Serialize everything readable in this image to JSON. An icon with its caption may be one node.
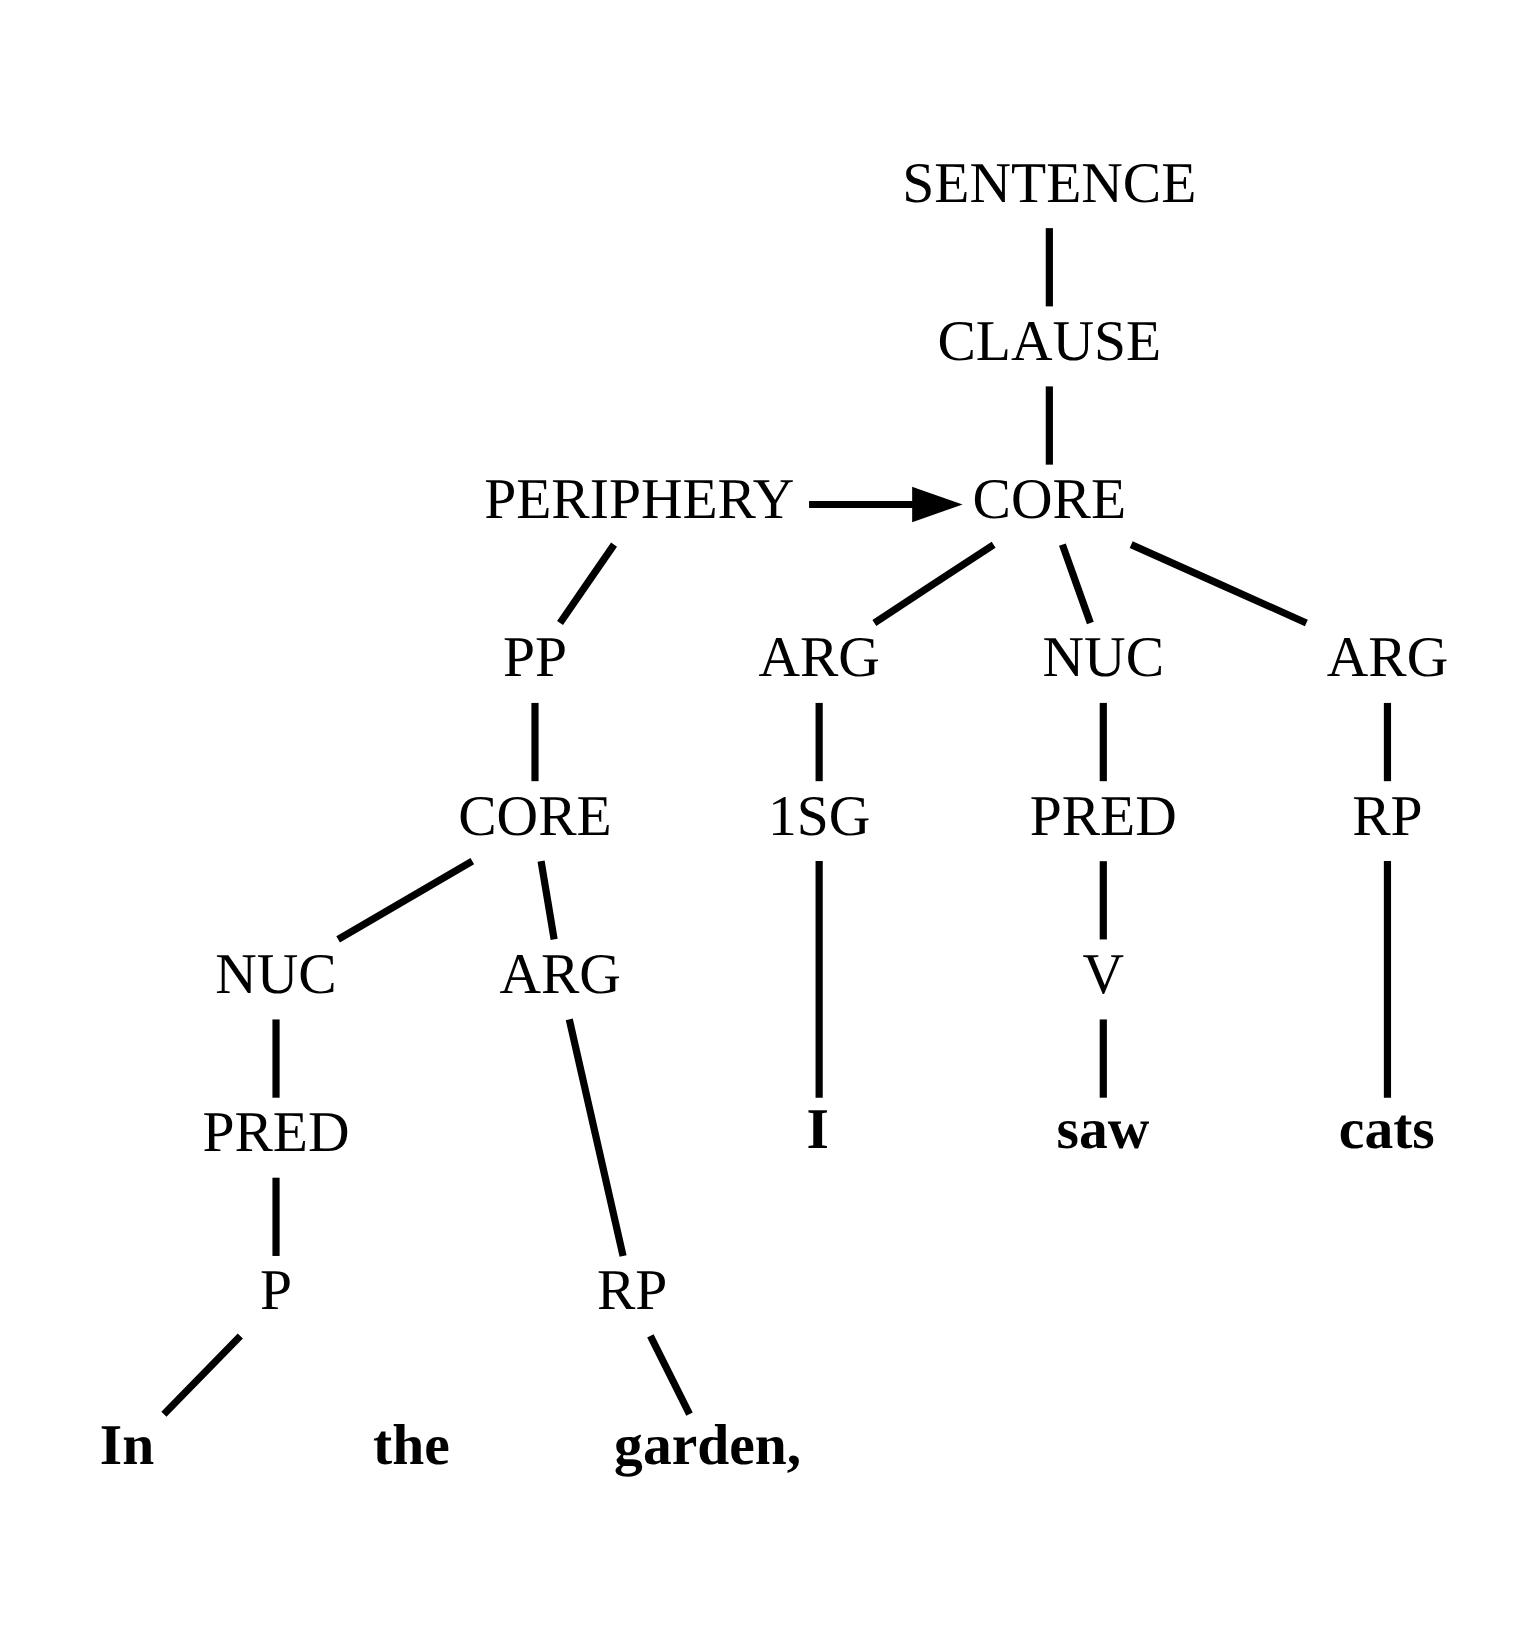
{
  "diagram": {
    "nodes": [
      {
        "text": [
          "SENTENCE"
        ]
      },
      {
        "text": [
          "CLAUSE"
        ]
      },
      {
        "text": [
          "PERIPHERY"
        ]
      },
      {
        "text": [
          "CORE"
        ]
      },
      {
        "text": [
          "PP"
        ]
      },
      {
        "text": [
          "ARG"
        ]
      },
      {
        "text": [
          "NUC"
        ]
      },
      {
        "text": [
          "ARG"
        ]
      },
      {
        "text": [
          "CORE"
        ]
      },
      {
        "text": [
          "1SG"
        ]
      },
      {
        "text": [
          "PRED"
        ]
      },
      {
        "text": [
          "RP"
        ]
      },
      {
        "text": [
          "NUC"
        ]
      },
      {
        "text": [
          "ARG"
        ]
      },
      {
        "text": [
          "V"
        ]
      },
      {
        "text": [
          "PRED"
        ]
      },
      {
        "text": [
          "I"
        ]
      },
      {
        "text": [
          "saw"
        ]
      },
      {
        "text": [
          "cats"
        ]
      },
      {
        "text": [
          "RP"
        ]
      },
      {
        "text": [
          "P"
        ]
      },
      {
        "text": [
          "In"
        ]
      },
      {
        "text": [
          "garden,"
        ]
      }
    ],
    "edges": [
      {
        "from": 0,
        "to": 1,
        "arrow": "none"
      },
      {
        "from": 1,
        "to": 3,
        "arrow": "none"
      },
      {
        "from": 2,
        "to": 3,
        "arrow": "to"
      },
      {
        "from": 2,
        "to": 4,
        "arrow": "none"
      },
      {
        "from": 3,
        "to": 5,
        "arrow": "none"
      },
      {
        "from": 3,
        "to": 6,
        "arrow": "none"
      },
      {
        "from": 3,
        "to": 7,
        "arrow": "none"
      },
      {
        "from": 4,
        "to": 8,
        "arrow": "none"
      },
      {
        "from": 5,
        "to": 9,
        "arrow": "none"
      },
      {
        "from": 6,
        "to": 10,
        "arrow": "none"
      },
      {
        "from": 7,
        "to": 11,
        "arrow": "none"
      },
      {
        "from": 8,
        "to": 12,
        "arrow": "none"
      },
      {
        "from": 8,
        "to": 13,
        "arrow": "none"
      },
      {
        "from": 10,
        "to": 14,
        "arrow": "none"
      },
      {
        "from": 12,
        "to": 15,
        "arrow": "none"
      },
      {
        "from": 9,
        "to": 16,
        "arrow": "none"
      },
      {
        "from": 14,
        "to": 17,
        "arrow": "none"
      },
      {
        "from": 11,
        "to": 18,
        "arrow": "none"
      },
      {
        "from": 13,
        "to": 19,
        "arrow": "none"
      },
      {
        "from": 15,
        "to": 20,
        "arrow": "none"
      },
      {
        "from": 20,
        "to": 21,
        "arrow": "none"
      },
      {
        "from": 19,
        "to": 22,
        "arrow": "none"
      }
    ],
    "labels": [
      "the"
    ]
  }
}
